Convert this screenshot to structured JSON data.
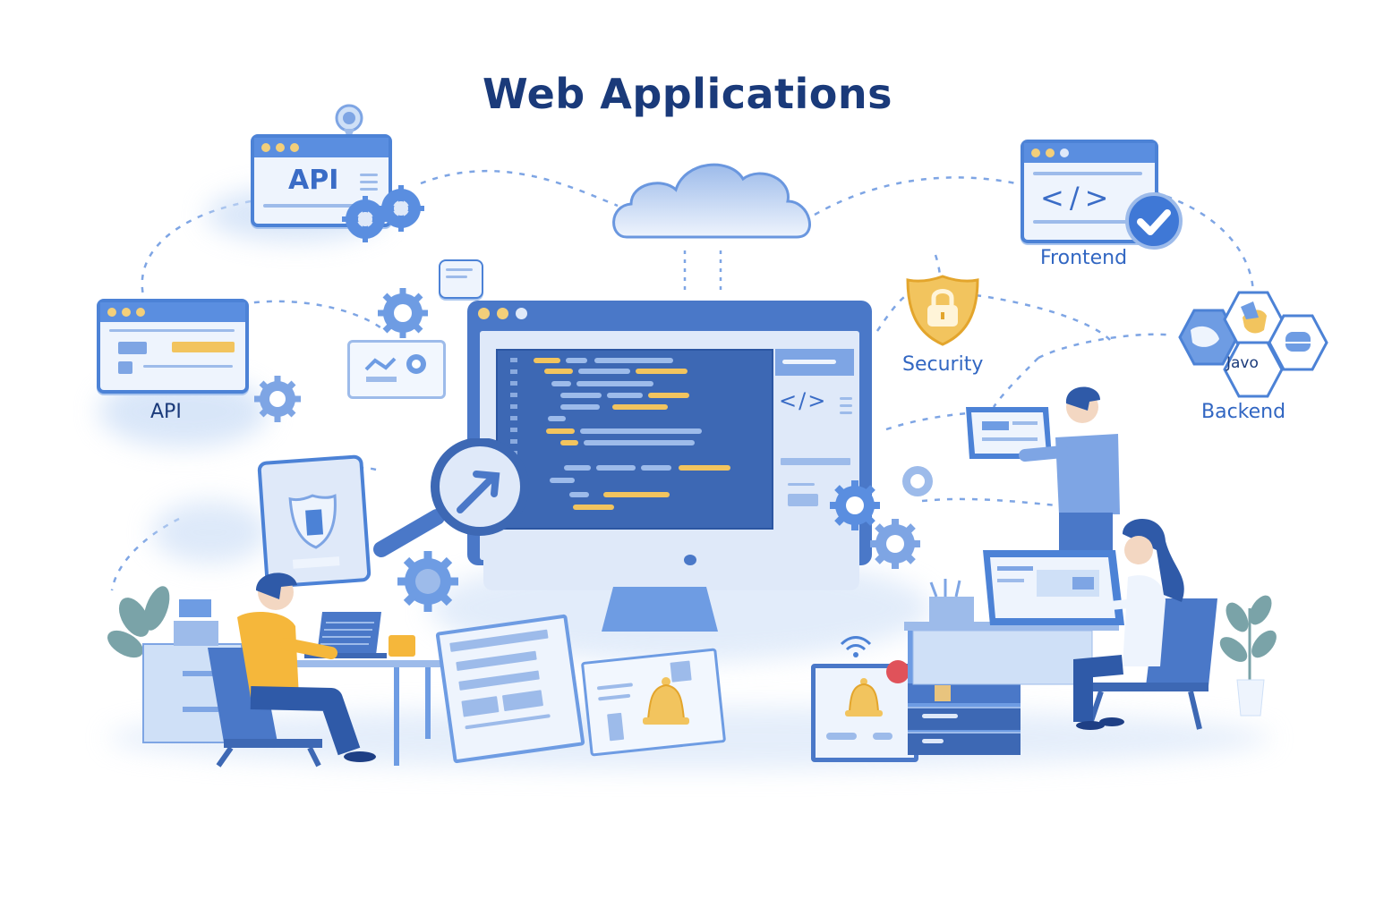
{
  "title": "Web Applications",
  "labels": {
    "api_top": "API",
    "api_left": "API",
    "frontend": "Frontend",
    "security": "Security",
    "backend": "Backend",
    "backend_tile": "Javo",
    "code_tag": "</>"
  },
  "colors": {
    "title": "#1a3a7a",
    "primary_blue": "#4c82d6",
    "label_blue": "#3166c2",
    "accent_yellow": "#f2c45e",
    "alert_red": "#e0525a",
    "shirt_yellow": "#f5b73b"
  },
  "icons": {
    "cloud": "cloud-icon",
    "gears": "gear-icon",
    "shield": "shield-lock-icon",
    "checkmark": "check-circle-icon",
    "magnifier": "magnifying-glass-icon",
    "bell": "bell-icon",
    "wifi": "wifi-icon",
    "location_pin": "map-pin-icon"
  }
}
